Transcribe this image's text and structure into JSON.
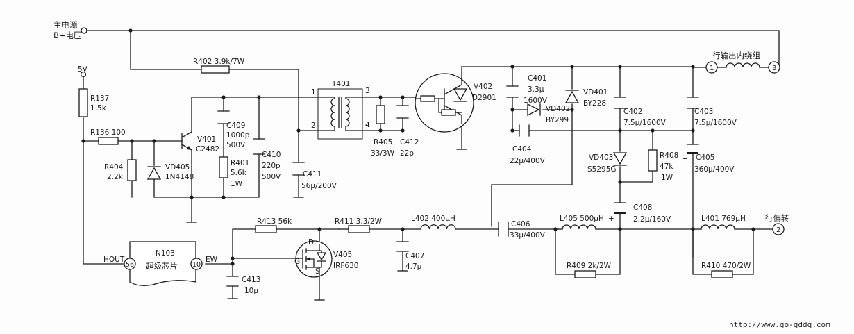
{
  "power": {
    "main_line1": "主电源",
    "main_line2": "B+电压",
    "v5": "5V"
  },
  "chip": {
    "ref": "N103",
    "name": "超级芯片",
    "pin_hout_label": "HOUT",
    "pin_hout_num": "56",
    "pin_ew_num": "10",
    "pin_ew_label": "EW"
  },
  "output": {
    "winding_label": "行输出内绕组",
    "pin1": "1",
    "pin3": "3",
    "deflect_label": "行偏转",
    "pin2": "2"
  },
  "transformer": {
    "ref": "T401",
    "p1": "1",
    "p2": "2",
    "p3": "3",
    "p4": "4"
  },
  "parts": {
    "r402": "R402 3.9k/7W",
    "r137_ref": "R137",
    "r137_val": "1.5k",
    "r136": "R136 100",
    "r404_ref": "R404",
    "r404_val": "2.2k",
    "vd405_ref": "VD405",
    "vd405_val": "1N4148",
    "v401_ref": "V401",
    "v401_val": "C2482",
    "c409_ref": "C409",
    "c409_val": "1000p",
    "c409_v": "500V",
    "r401_ref": "R401",
    "r401_val": "5.6k",
    "r401_w": "1W",
    "c410_ref": "C410",
    "c410_val": "220p",
    "c410_v": "500V",
    "c411_ref": "C411",
    "c411_val": "56μ/200V",
    "r405_ref": "R405",
    "r405_val": "33/3W",
    "c412_ref": "C412",
    "c412_val": "22p",
    "v402_ref": "V402",
    "v402_val": "D2901",
    "c401_ref": "C401",
    "c401_val": "3.3μ",
    "c401_v": "1600V",
    "vd402_ref": "VD402",
    "vd402_val": "BY299",
    "vd401_ref": "VD401",
    "vd401_val": "BY228",
    "c402_ref": "C402",
    "c402_val": "7.5μ/1600V",
    "c403_ref": "C403",
    "c403_val": "7.5μ/1600V",
    "c404_ref": "C404",
    "c404_val": "22μ/400V",
    "vd403_ref": "VD403",
    "vd403_val": "S5295G",
    "r408_ref": "R408",
    "r408_val": "47k",
    "r408_w": "1W",
    "c405_ref": "C405",
    "c405_val": "360μ/400V",
    "c408_ref": "C408",
    "c408_val": "2.2μ/160V",
    "r413": "R413 56k",
    "r411": "R411 3.3/2W",
    "l402": "L402 400μH",
    "c406_ref": "C406",
    "c406_val": "33μ/400V",
    "l405": "L405 500μH",
    "l401": "L401 769μH",
    "c407_ref": "C407",
    "c407_val": "4.7μ",
    "v405_ref": "V405",
    "v405_val": "IRF630",
    "mos_d": "D",
    "mos_g": "G",
    "mos_s": "S",
    "c413_ref": "C413",
    "c413_val": "10μ",
    "r409": "R409 2k/2W",
    "r410": "R410 470/2W"
  },
  "footer": {
    "url": "http://www.go-gddq.com"
  }
}
